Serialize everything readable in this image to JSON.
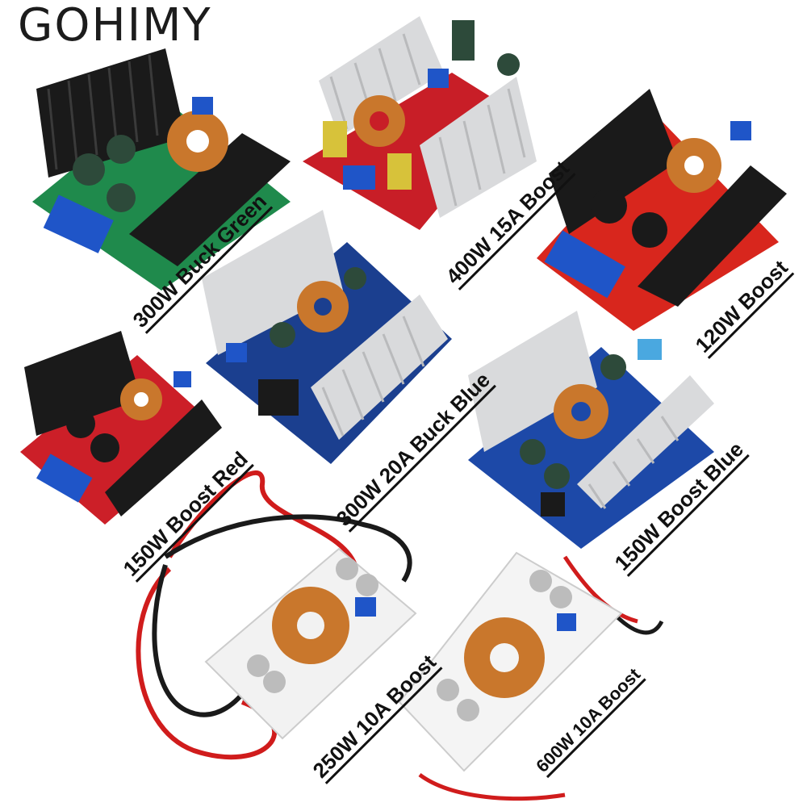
{
  "brand": {
    "name": "GOHIMY"
  },
  "products": [
    {
      "label": "300W Buck Green",
      "board_color": "#1f8a4c"
    },
    {
      "label": "400W 15A Boost",
      "board_color": "#c81e27"
    },
    {
      "label": "120W Boost",
      "board_color": "#d8261d"
    },
    {
      "label": "300W 20A Buck Blue",
      "board_color": "#1b3f8f"
    },
    {
      "label": "150W Boost Red",
      "board_color": "#cc1f28"
    },
    {
      "label": "150W Boost Blue",
      "board_color": "#1d49a8"
    },
    {
      "label": "250W 10A Boost",
      "board_color": "#f2f2f2"
    },
    {
      "label": "600W 10A Boost",
      "board_color": "#f4f4f4"
    }
  ],
  "colors": {
    "heatsink_black": "#1a1a1a",
    "heatsink_silver": "#d9dadc",
    "copper_coil": "#c9772c",
    "terminal_blue": "#1f55c8",
    "capacitor": "#2d4a3a",
    "wire_red": "#d01c1c",
    "wire_black": "#1a1a1a"
  }
}
